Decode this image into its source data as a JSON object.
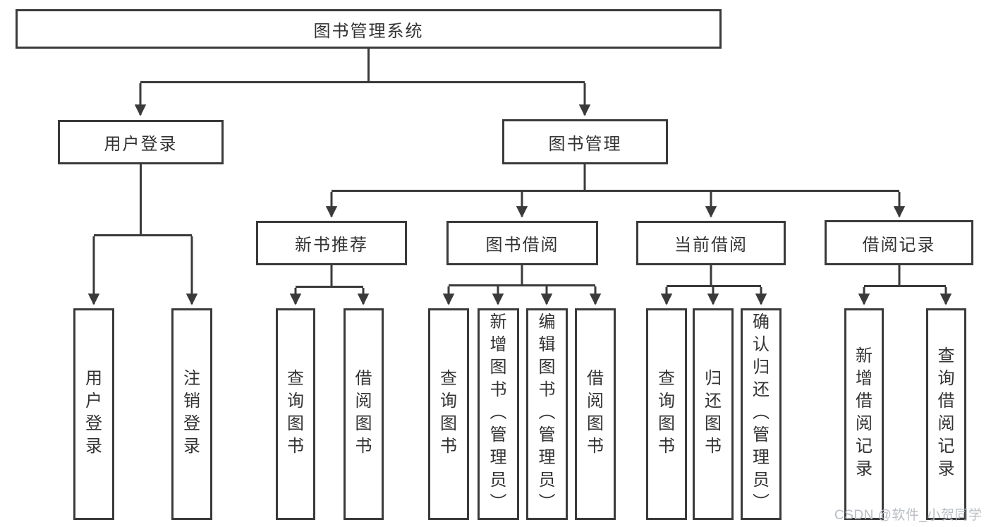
{
  "diagram": {
    "title": "图书管理系统",
    "nodes": {
      "root": {
        "label": "图书管理系统"
      },
      "login": {
        "label": "用户登录"
      },
      "mgmt": {
        "label": "图书管理"
      },
      "newbooks": {
        "label": "新书推荐"
      },
      "borrow": {
        "label": "图书借阅"
      },
      "current": {
        "label": "当前借阅"
      },
      "records": {
        "label": "借阅记录"
      }
    },
    "leaves": [
      {
        "label": "用户登录",
        "parent": "用户登录"
      },
      {
        "label": "注销登录",
        "parent": "用户登录"
      },
      {
        "label": "查询图书",
        "parent": "新书推荐"
      },
      {
        "label": "借阅图书",
        "parent": "新书推荐"
      },
      {
        "label": "查询图书",
        "parent": "图书借阅"
      },
      {
        "label": "新增图书（管理员）",
        "parent": "图书借阅"
      },
      {
        "label": "编辑图书（管理员）",
        "parent": "图书借阅"
      },
      {
        "label": "借阅图书",
        "parent": "图书借阅"
      },
      {
        "label": "查询图书",
        "parent": "当前借阅"
      },
      {
        "label": "归还图书",
        "parent": "当前借阅"
      },
      {
        "label": "确认归还（管理员）",
        "parent": "当前借阅"
      },
      {
        "label": "新增借阅记录",
        "parent": "借阅记录"
      },
      {
        "label": "查询借阅记录",
        "parent": "借阅记录"
      }
    ],
    "colors": {
      "line": "#3a3a3a",
      "text": "#333333",
      "background": "#ffffff",
      "watermark": "#b9bdc4"
    }
  },
  "watermark": {
    "text": "CSDN @软件_小贺同学"
  }
}
